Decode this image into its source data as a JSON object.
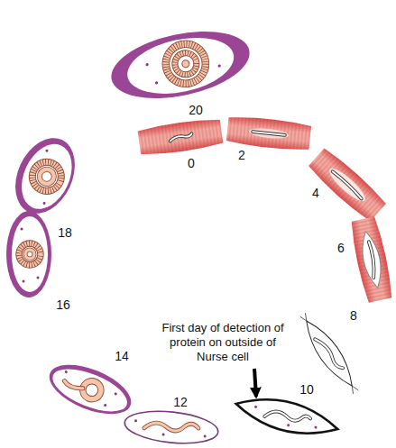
{
  "diagram": {
    "labels": [
      "0",
      "2",
      "4",
      "6",
      "8",
      "10",
      "12",
      "14",
      "16",
      "18",
      "20",
      "First day of detection of protein on outside of Nurse cell"
    ]
  }
}
